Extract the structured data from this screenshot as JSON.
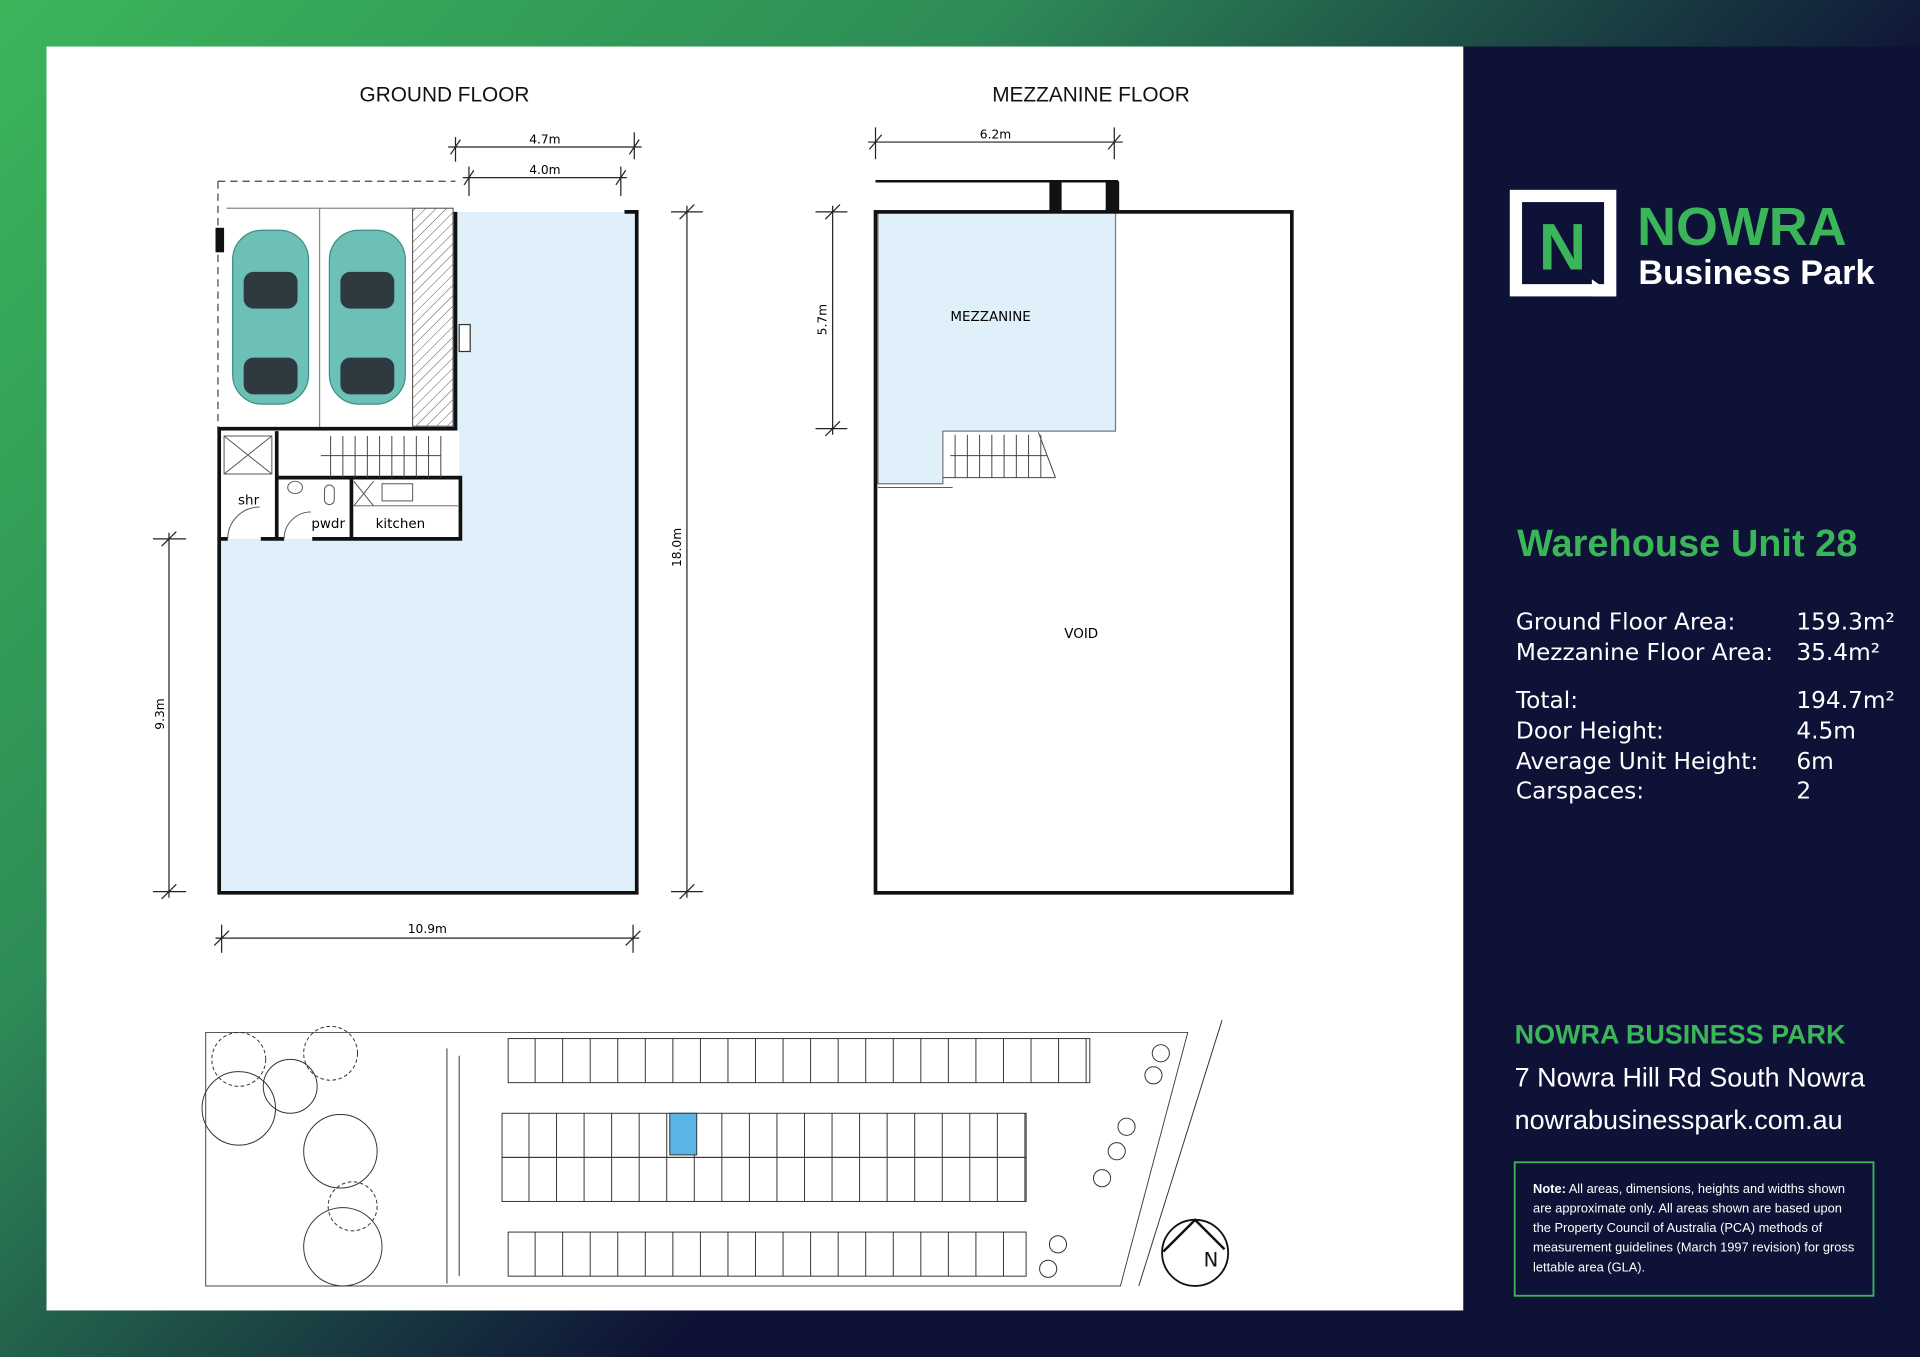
{
  "plans": {
    "ground_title": "GROUND FLOOR",
    "mezzanine_title": "MEZZANINE FLOOR",
    "ground_dims": {
      "top_outer": "4.7m",
      "top_inner": "4.0m",
      "right": "18.0m",
      "left": "9.3m",
      "bottom": "10.9m"
    },
    "ground_rooms": {
      "shower": "shr",
      "powder": "pwdr",
      "kitchen": "kitchen"
    },
    "mezz_dims": {
      "top": "6.2m",
      "left": "5.7m"
    },
    "mezz_rooms": {
      "mezzanine": "MEZZANINE",
      "void": "VOID"
    },
    "north_label": "N"
  },
  "brand": {
    "name_line1": "NOWRA",
    "name_line2": "Business Park",
    "logo_letter": "N"
  },
  "unit": {
    "title": "Warehouse Unit 28",
    "specs_group1": [
      {
        "label": "Ground Floor Area:",
        "value": "159.3m²"
      },
      {
        "label": "Mezzanine Floor Area:",
        "value": "35.4m²"
      }
    ],
    "specs_group2": [
      {
        "label": "Total:",
        "value": "194.7m²"
      },
      {
        "label": "Door Height:",
        "value": "4.5m"
      },
      {
        "label": "Average Unit Height:",
        "value": "6m"
      },
      {
        "label": "Carspaces:",
        "value": "2"
      }
    ]
  },
  "contact": {
    "heading": "NOWRA BUSINESS PARK",
    "address": "7 Nowra Hill Rd South Nowra",
    "website": "nowrabusinesspark.com.au"
  },
  "note": {
    "bold": "Note:",
    "lines": [
      " All areas, dimensions, heights and widths shown",
      "are approximate only. All areas shown are based upon",
      "the Property Council of Australia (PCA) methods of",
      "measurement guidelines (March 1997 revision) for gross",
      "lettable area (GLA)."
    ]
  },
  "colors": {
    "navy": "#0e1236",
    "green": "#3bb55a",
    "floor_fill": "#dff0fa",
    "car": "#6cc0b6",
    "highlight": "#5ab4e6"
  }
}
